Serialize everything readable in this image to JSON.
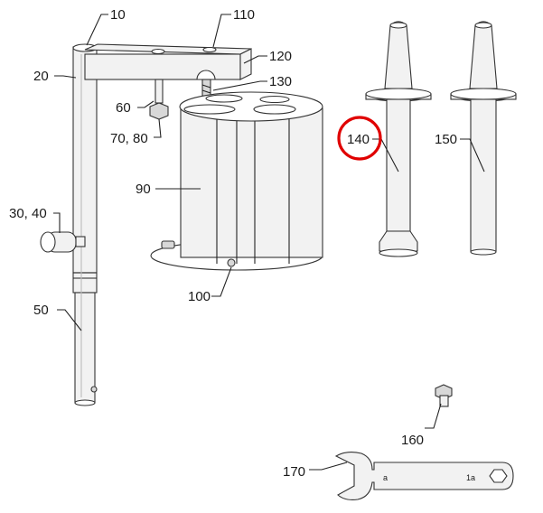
{
  "diagram": {
    "labels": {
      "l10": "10",
      "l110": "110",
      "l20": "20",
      "l120": "120",
      "l130": "130",
      "l60": "60",
      "l7080": "70, 80",
      "l90": "90",
      "l3040": "30, 40",
      "l100": "100",
      "l50": "50",
      "l140": "140",
      "l150": "150",
      "l160": "160",
      "l170": "170",
      "wrench_mark_left": "a",
      "wrench_mark_right": "1a"
    },
    "highlight": {
      "label": "140",
      "color": "#e00000"
    },
    "colors": {
      "line": "#222222",
      "part_fill": "#f2f2f2",
      "highlight": "#e00000"
    }
  }
}
